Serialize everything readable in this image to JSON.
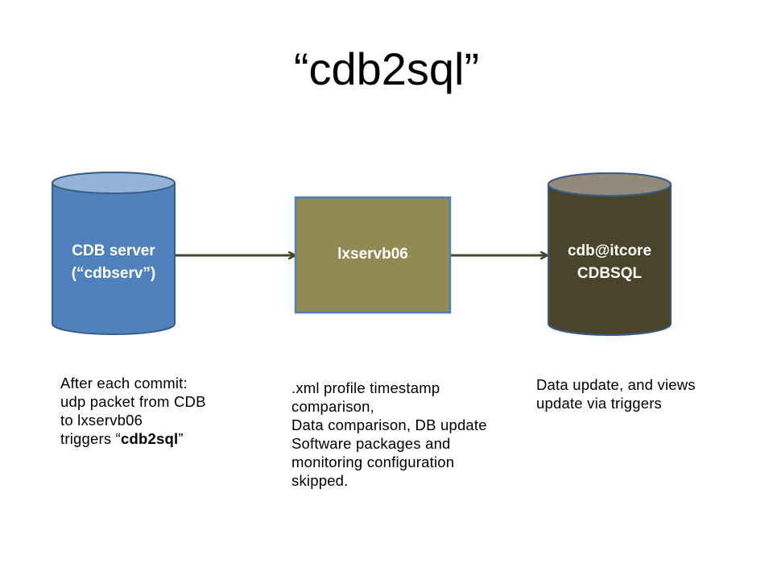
{
  "title": "“cdb2sql”",
  "colors": {
    "cdb_body": "#4f81bd",
    "cdb_top": "#95b3d7",
    "cdb_stroke": "#385d8a",
    "server_fill": "#938953",
    "server_stroke": "#4f81bd",
    "cdbsql_body": "#4a442a",
    "cdbsql_top": "#948a7c",
    "cdbsql_stroke": "#385d8a",
    "arrow": "#4a452a"
  },
  "nodes": {
    "cdb_server": {
      "line1": "CDB server",
      "line2": "(“cdbserv”)",
      "shape": "cylinder"
    },
    "lxservb06": {
      "label": "lxservb06",
      "shape": "rectangle"
    },
    "cdbsql": {
      "line1": "cdb@itcore",
      "line2": "CDBSQL",
      "shape": "cylinder"
    }
  },
  "edges": [
    {
      "from": "cdb_server",
      "to": "lxservb06",
      "type": "arrow"
    },
    {
      "from": "lxservb06",
      "to": "cdbsql",
      "type": "arrow"
    }
  ],
  "notes": {
    "left": {
      "line1": "After each commit:",
      "line2": "udp packet from CDB",
      "line3": "to lxservb06",
      "line4_prefix": "triggers “",
      "line4_bold": "cdb2sql",
      "line4_suffix": "”"
    },
    "middle": {
      "line1": ".xml profile timestamp",
      "line2": "comparison,",
      "line3": "Data comparison, DB update",
      "line4": "Software packages and",
      "line5": "monitoring configuration",
      "line6": "skipped."
    },
    "right": {
      "line1": "Data update, and views",
      "line2": "update via triggers"
    }
  }
}
